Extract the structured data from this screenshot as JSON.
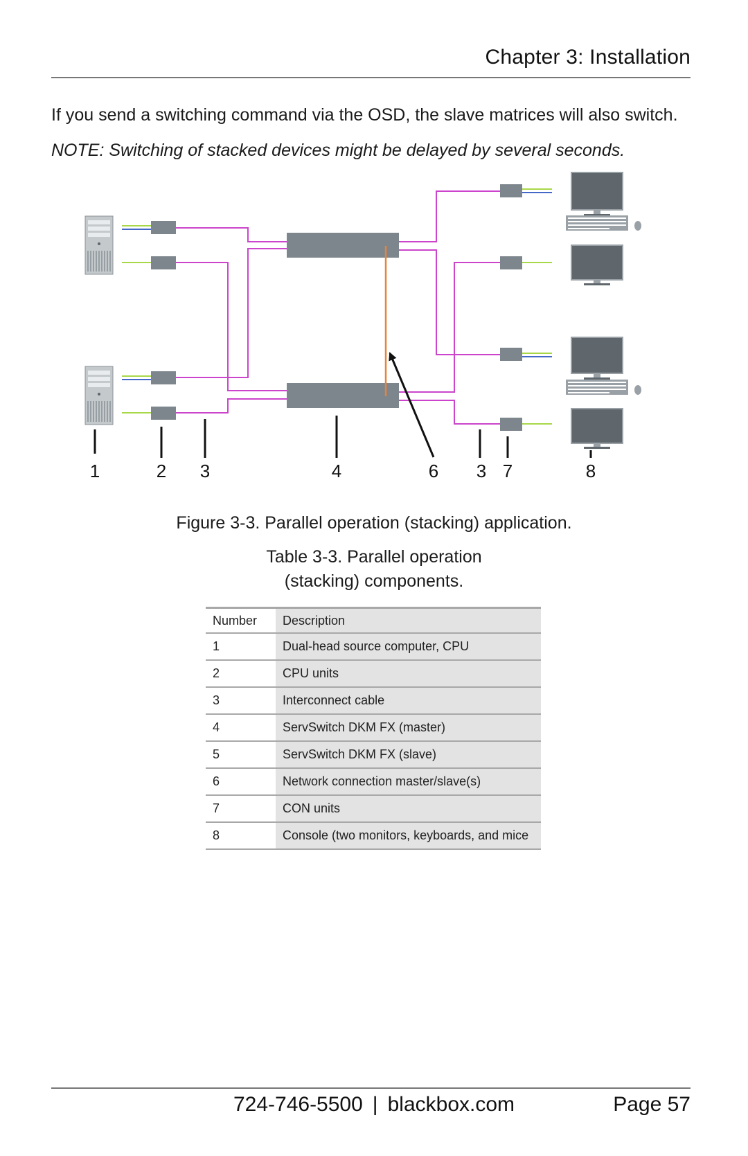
{
  "header": {
    "chapter_title": "Chapter 3: Installation"
  },
  "body": {
    "paragraph": "If you send a switching command via the OSD, the slave matrices will also switch.",
    "note": "NOTE: Switching of stacked devices might be delayed by several seconds."
  },
  "diagram": {
    "callouts": [
      "1",
      "2",
      "3",
      "4",
      "6",
      "3",
      "7",
      "8"
    ],
    "colors": {
      "cable": "#cc44cc",
      "network": "#e8823c",
      "video_green": "#a8d848",
      "usb_blue": "#4468c8",
      "device": "#7d868c",
      "monitor": "#5f676c"
    }
  },
  "figure": {
    "caption": "Figure 3-3. Parallel operation (stacking) application."
  },
  "table": {
    "caption_line1": "Table 3-3. Parallel operation",
    "caption_line2": "(stacking) components.",
    "headers": {
      "number": "Number",
      "description": "Description"
    },
    "rows": [
      {
        "number": "1",
        "description": "Dual-head source computer, CPU"
      },
      {
        "number": "2",
        "description": "CPU units"
      },
      {
        "number": "3",
        "description": "Interconnect cable"
      },
      {
        "number": "4",
        "description": "ServSwitch DKM FX (master)"
      },
      {
        "number": "5",
        "description": "ServSwitch DKM FX (slave)"
      },
      {
        "number": "6",
        "description": "Network connection master/slave(s)"
      },
      {
        "number": "7",
        "description": "CON units"
      },
      {
        "number": "8",
        "description": "Console (two monitors, keyboards, and mice"
      }
    ]
  },
  "footer": {
    "phone": "724-746-5500",
    "separator": "|",
    "website": "blackbox.com",
    "page": "Page 57"
  }
}
